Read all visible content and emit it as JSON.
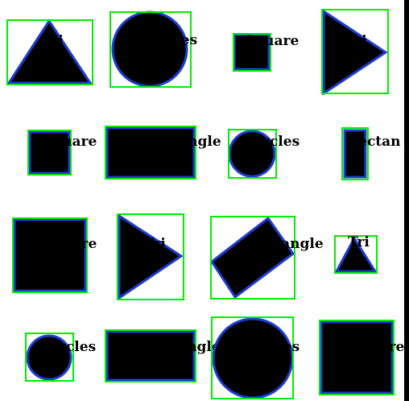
{
  "colors": {
    "background": "#ffffff",
    "detection_box": "#00ee00",
    "outline": "#1e3cd2",
    "yellow": "#ffee00",
    "red": "#ec1c2c",
    "green": "#00a050",
    "blue": "#4c62aa",
    "right_edge_bar": "#000000"
  },
  "labels": {
    "r1": [
      "Tri",
      "Circles",
      "Square",
      "Tri"
    ],
    "r2": [
      "Square",
      "Rectangle",
      "Circles",
      "Rectan"
    ],
    "r3": [
      "Square",
      "Tri",
      "Rectangle",
      "Tri"
    ],
    "r4": [
      "Circles",
      "Rectangle",
      "Circles",
      "Square"
    ]
  },
  "shape_fills": {
    "r1": [
      "yellow",
      "red",
      "yellow",
      "blue"
    ],
    "r2": [
      "red",
      "blue",
      "green",
      "red"
    ],
    "r3": [
      "green",
      "red",
      "yellow",
      "green"
    ],
    "r4": [
      "yellow",
      "green",
      "blue",
      "blue"
    ]
  }
}
